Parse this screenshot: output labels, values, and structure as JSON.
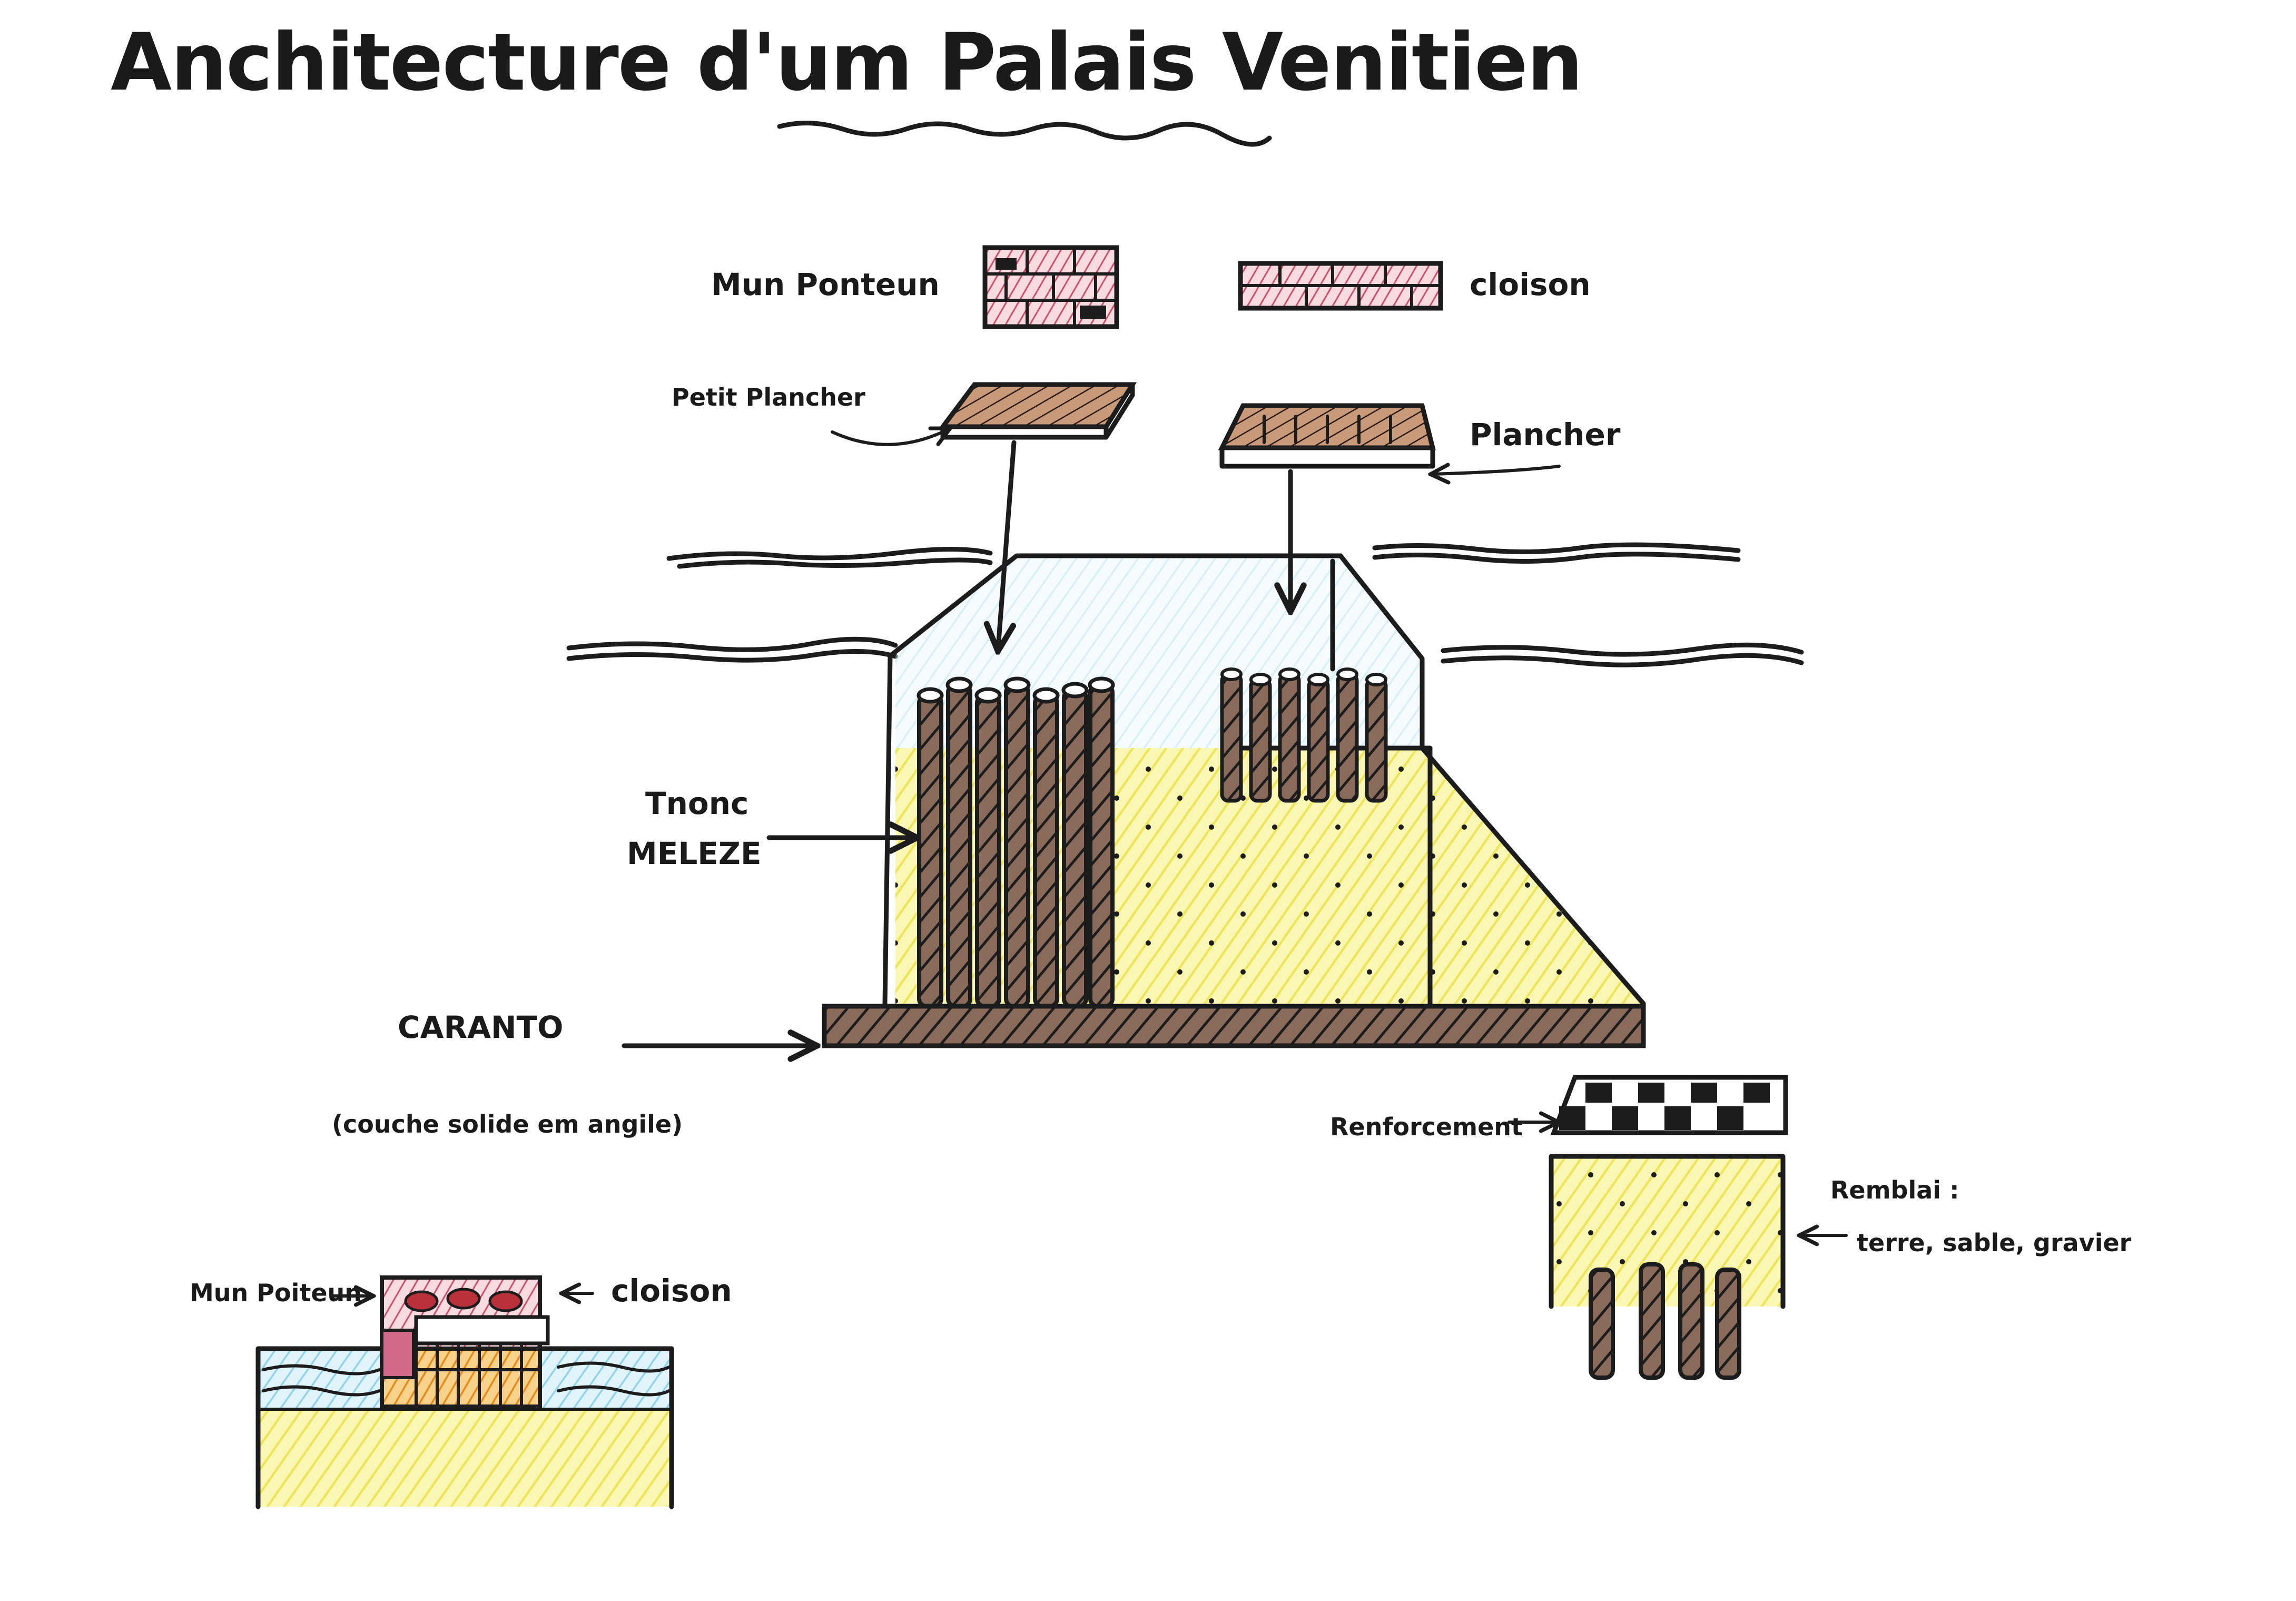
{
  "title": {
    "prefix": "Anchitecture d'um ",
    "underlined": "Palais Venitien"
  },
  "labels": {
    "mur_porteur": "Mun Ponteun",
    "cloison": "cloison",
    "petit_plancher": "Petit Plancher",
    "plancher": "Plancher",
    "tronc_line1": "Tnonc",
    "tronc_line2": "MELEZE",
    "caranto": "CARANTO",
    "caranto_note": "(couche solide em angile)",
    "renforcement": "Renforcement",
    "remblai_line1": "Remblai :",
    "remblai_line2": "terre, sable, gravier",
    "mini_mur_porteur": "Mun Poiteun",
    "mini_cloison": "cloison"
  },
  "colors": {
    "ink": "#1c1c1c",
    "sand_yellow": "#f3ee6a",
    "water_blue": "#8fd3ee",
    "brick_red": "#c8405a",
    "wood_brown": "#7a4a2a",
    "orange_fill": "#f0a030"
  }
}
